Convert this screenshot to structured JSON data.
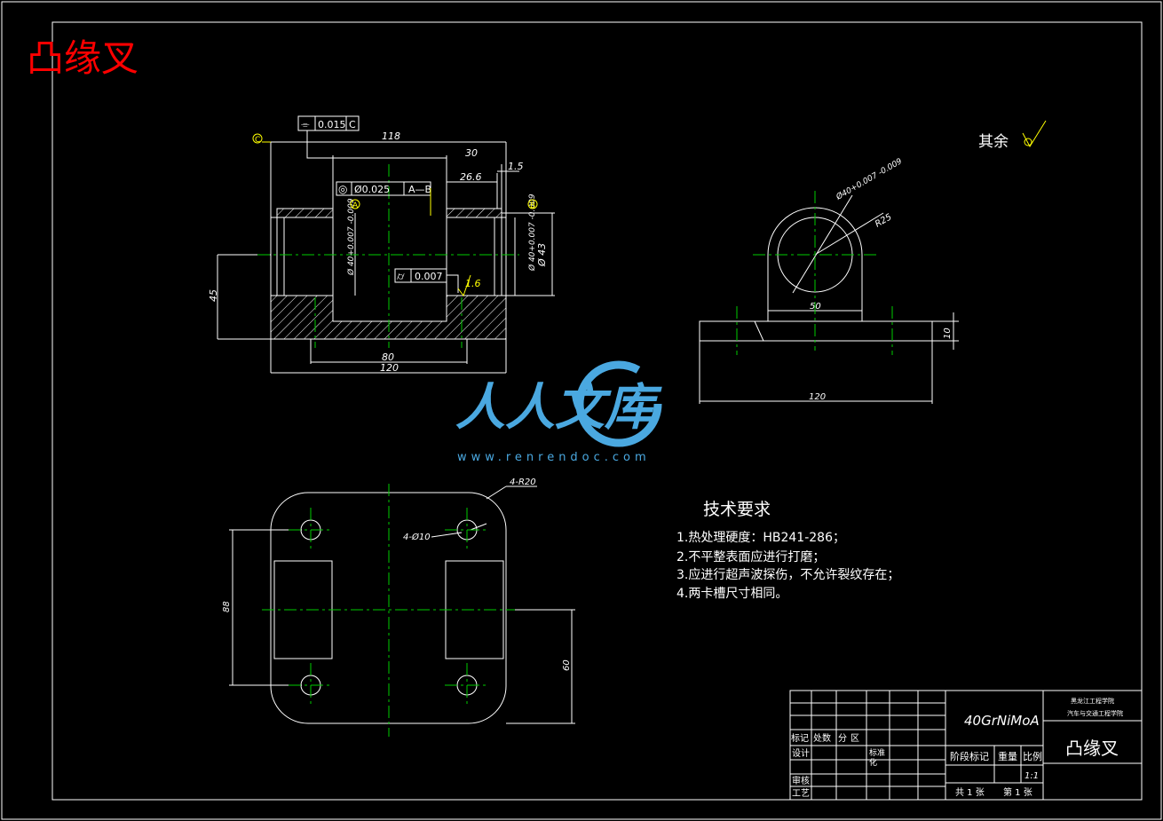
{
  "title": "凸缘叉",
  "finish_note": "其余",
  "front_view": {
    "dims": {
      "overall_width": "118",
      "slot_width": "30",
      "offset": "26.6",
      "gap": "1.5",
      "height": "45",
      "bottom_inner": "80",
      "bottom_overall": "120",
      "bore_left": "Ø 40+0.007 -0.009",
      "bore_right_1": "Ø 40+0.007 -0.009",
      "bore_right_2": "Ø 43",
      "roughness": "1.6"
    },
    "tolerances": {
      "symmetry_symbol": "⌯",
      "symmetry_value": "0.015",
      "symmetry_datum": "C",
      "concentricity_symbol": "◎",
      "concentricity_value": "Ø0.025",
      "concentricity_datum": "A—B",
      "cylindricity_symbol": "⌭",
      "cylindricity_value": "0.007",
      "datum_a": "A",
      "datum_b": "B",
      "datum_c": "C"
    }
  },
  "side_view": {
    "dims": {
      "bore": "Ø40+0.007 -0.009",
      "radius": "R25",
      "width_50": "50",
      "thickness": "10",
      "length": "120"
    }
  },
  "top_view": {
    "dims": {
      "corner_radius": "4-R20",
      "holes": "4-Ø10",
      "height_88": "88",
      "height_60": "60"
    }
  },
  "watermark": {
    "text": "人人文库",
    "url": "www.renrendoc.com"
  },
  "tech_requirements": {
    "heading": "技术要求",
    "items": [
      "1.热处理硬度：HB241-286；",
      "2.不平整表面应进行打磨；",
      "3.应进行超声波探伤，不允许裂纹存在；",
      "4.两卡槽尺寸相同。"
    ]
  },
  "title_block": {
    "material": "40GrNiMoA",
    "school_line1": "黑龙江工程学院",
    "school_line2": "汽车与交通工程学院",
    "part_name": "凸缘叉",
    "row_labels": [
      "标记",
      "处数",
      "分",
      "区"
    ],
    "design": "设计",
    "standardize": "标准",
    "standardize2": "化",
    "review": "审核",
    "process": "工艺",
    "stage_mark": "阶段标记",
    "weight": "重量",
    "scale": "比例",
    "scale_value": "1:1",
    "total_sheets": "共 1 张",
    "sheet_no": "第 1 张"
  },
  "colors": {
    "line": "#ffffff",
    "center": "#00cc00",
    "accent": "#ffff00",
    "title": "#ff0000",
    "watermark": "#4aa8e0"
  }
}
